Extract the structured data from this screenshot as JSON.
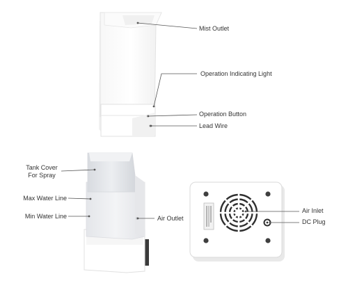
{
  "labels": {
    "mist_outlet": "Mist Outlet",
    "operation_light": "Operation Indicating Light",
    "operation_button": "Operation Button",
    "lead_wire": "Lead Wire",
    "tank_cover_line1": "Tank Cover",
    "tank_cover_line2": "For Spray",
    "max_water_line": "Max Water Line",
    "min_water_line": "Min Water Line",
    "air_outlet": "Air Outlet",
    "air_inlet": "Air Inlet",
    "dc_plug": "DC Plug"
  },
  "colors": {
    "background": "#ffffff",
    "device_white": "#ffffff",
    "device_edge": "#e2e2e2",
    "device_shade": "#eeeeee",
    "tank_tint": "#e9eaee",
    "base_dark": "#3a3a3a",
    "leader_line": "#555555",
    "label_text": "#333333"
  }
}
